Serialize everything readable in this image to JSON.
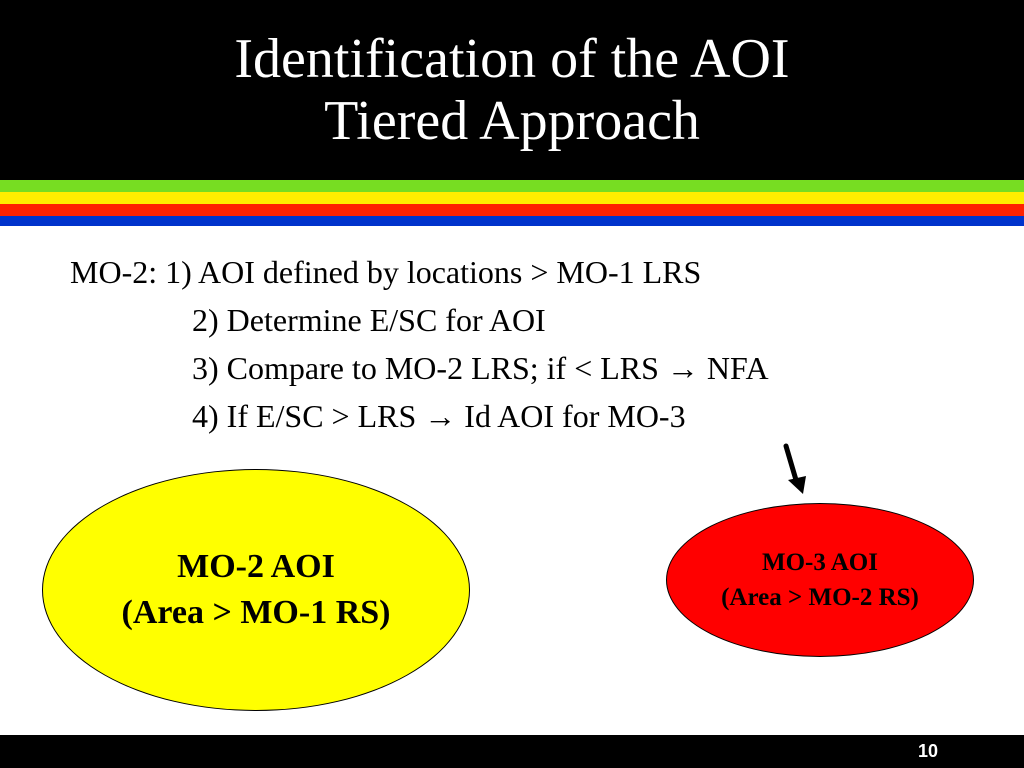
{
  "slide": {
    "title_lines": [
      "Identification of the AOI",
      "Tiered Approach"
    ],
    "colors": {
      "header_background": "#000000",
      "stripes": [
        "#77dd22",
        "#ffee00",
        "#ff2200",
        "#0033cc"
      ],
      "yellow_ellipse": "#ffff00",
      "red_ellipse": "#ff0000"
    },
    "body_lines": [
      "MO-2: 1) AOI defined by locations > MO-1 LRS",
      "2) Determine E/SC for AOI",
      "3) Compare to MO-2 LRS; if < LRS → NFA",
      "4) If E/SC > LRS → Id AOI for MO-3"
    ],
    "ellipse_left": {
      "line1": "MO-2 AOI",
      "line2": "(Area > MO-1 RS)"
    },
    "ellipse_right": {
      "line1": "MO-3 AOI",
      "line2": "(Area > MO-2 RS)"
    },
    "arrow_icon": "arrow-down-icon",
    "page_number": "10"
  }
}
